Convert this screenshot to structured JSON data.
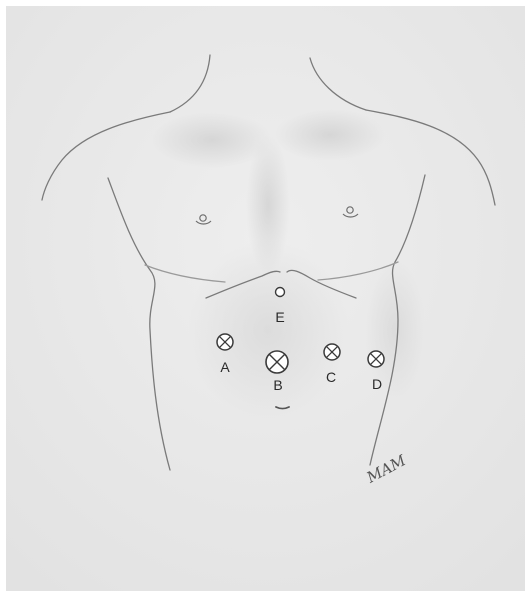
{
  "ports": [
    {
      "id": "A",
      "label": "A",
      "symbol": "crossed-circle-icon"
    },
    {
      "id": "B",
      "label": "B",
      "symbol": "crossed-circle-icon"
    },
    {
      "id": "C",
      "label": "C",
      "symbol": "crossed-circle-icon"
    },
    {
      "id": "D",
      "label": "D",
      "symbol": "crossed-circle-icon"
    },
    {
      "id": "E",
      "label": "E",
      "symbol": "open-circle-icon"
    }
  ],
  "signature": "MAM",
  "colors": {
    "background": "#ffffff",
    "paper": "#ececec",
    "pencil": "#7a7a7a",
    "shade": "#c9c9c9",
    "marker_fill": "#ffffff",
    "marker_stroke": "#3a3a3a"
  }
}
